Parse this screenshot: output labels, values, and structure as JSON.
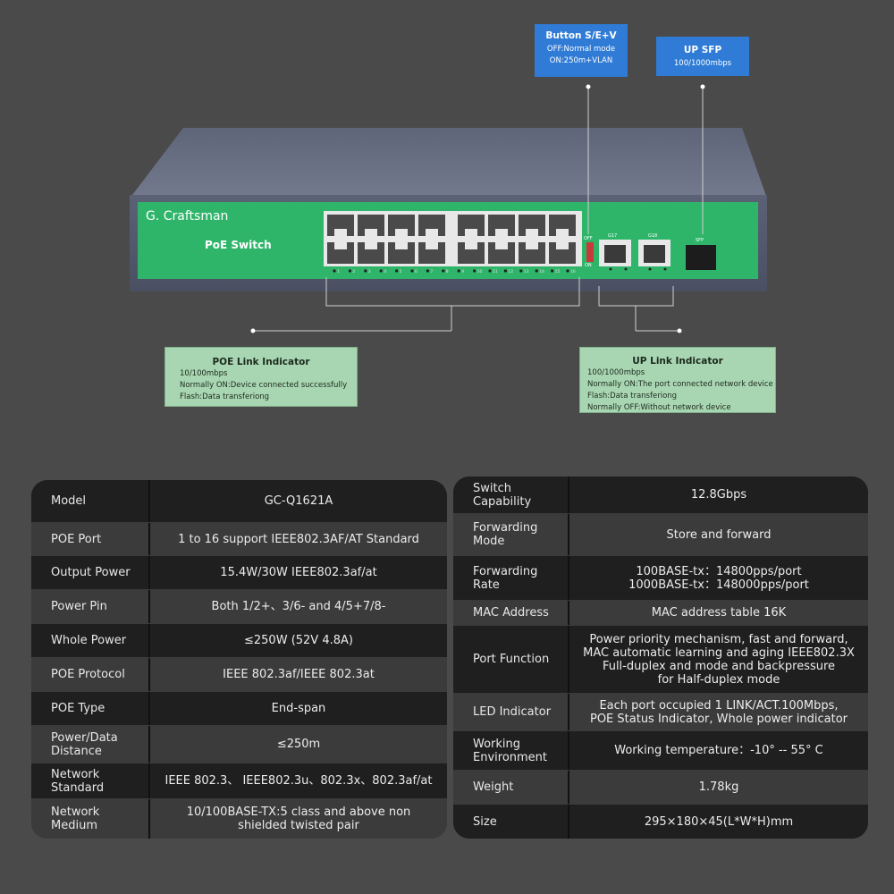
{
  "device": {
    "brand": "G. Craftsman",
    "product": "PoE Switch",
    "port_numbers_bottom": [
      "1",
      "2",
      "3",
      "4",
      "5",
      "6",
      "7",
      "8",
      "9",
      "10",
      "11",
      "12",
      "13",
      "14",
      "15",
      "16"
    ],
    "dip_label_top": "OFF",
    "dip_label_bottom": "ON",
    "gigabit_port_labels": [
      "G17",
      "G18"
    ],
    "sfp_label": "SFP"
  },
  "callouts": {
    "button": {
      "title": "Button S/E+V",
      "lines": [
        "OFF:Normal mode",
        "ON:250m+VLAN"
      ]
    },
    "sfp": {
      "title": "UP SFP",
      "lines": [
        "100/1000mbps"
      ]
    },
    "poe_link": {
      "title": "POE Link Indicator",
      "lines": [
        "10/100mbps",
        "Normally ON:Device connected successfully",
        "Flash:Data transferiong"
      ]
    },
    "up_link": {
      "title": "UP Link Indicator",
      "lines": [
        "100/1000mbps",
        "Normally ON:The port connected network device",
        "Flash:Data transferiong",
        "Normally OFF:Without network device"
      ]
    }
  },
  "spec_left": [
    {
      "label": "Model",
      "value": "GC-Q1621A"
    },
    {
      "label": "POE Port",
      "value": "1 to 16 support IEEE802.3AF/AT Standard"
    },
    {
      "label": "Output Power",
      "value": "15.4W/30W    IEEE802.3af/at"
    },
    {
      "label": "Power Pin",
      "value": "Both 1/2+、3/6- and 4/5+7/8-"
    },
    {
      "label": "Whole Power",
      "value": "≤250W (52V 4.8A)"
    },
    {
      "label": "POE Protocol",
      "value": "IEEE 802.3af/IEEE 802.3at"
    },
    {
      "label": "POE Type",
      "value": "End-span"
    },
    {
      "label": "Power/Data\nDistance",
      "value": "≤250m"
    },
    {
      "label": "Network\nStandard",
      "value": "IEEE 802.3、 IEEE802.3u、802.3x、802.3af/at"
    },
    {
      "label": "Network\nMedium",
      "value": "10/100BASE-TX:5 class and above non\nshielded twisted pair"
    }
  ],
  "spec_right": [
    {
      "label": "Switch\nCapability",
      "value": "12.8Gbps"
    },
    {
      "label": "Forwarding\nMode",
      "value": "Store and forward"
    },
    {
      "label": "Forwarding\nRate",
      "value": "100BASE-tx：14800pps/port\n1000BASE-tx：148000pps/port"
    },
    {
      "label": "MAC Address",
      "value": "MAC address table 16K"
    },
    {
      "label": "Port Function",
      "value": "Power priority mechanism, fast and forward,\nMAC automatic learning and aging IEEE802.3X\nFull-duplex and mode and backpressure\nfor Half-duplex mode"
    },
    {
      "label": "LED Indicator",
      "value": "Each port occupied 1 LINK/ACT.100Mbps,\nPOE Status Indicator, Whole power indicator"
    },
    {
      "label": "Working\nEnvironment",
      "value": "Working temperature：-10°  -- 55°  C"
    },
    {
      "label": "Weight",
      "value": "1.78kg"
    },
    {
      "label": "Size",
      "value": "295×180×45(L*W*H)mm"
    }
  ],
  "colors": {
    "background": "#4a4a4a",
    "front_panel": "#2fb56a",
    "chassis": "#6a7184",
    "callout_blue": "#2f7bd6",
    "callout_green": "#a9d6b2"
  }
}
